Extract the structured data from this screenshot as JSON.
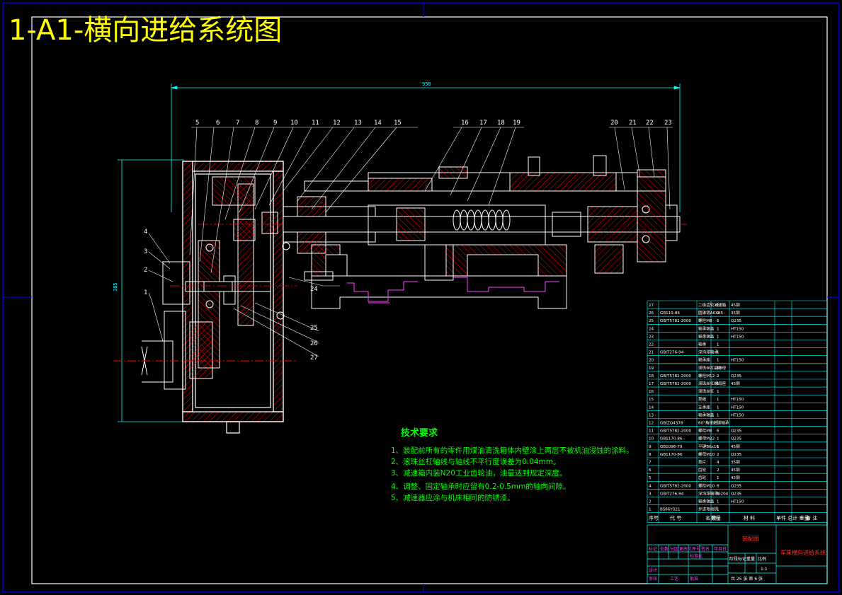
{
  "title": "1-A1-横向进给系统图",
  "colors": {
    "background": "#000000",
    "frame": "#0000ff",
    "title": "#ffff00",
    "outline": "#ffffff",
    "hatch": "#ff0000",
    "dimension": "#00ffff",
    "text_green": "#00ff00",
    "table_line": "#00ffff",
    "magenta": "#ff40ff"
  },
  "drawing": {
    "top_balloons": [
      "5",
      "6",
      "7",
      "8",
      "9",
      "10",
      "11",
      "12",
      "13",
      "14",
      "15",
      "16",
      "17",
      "18",
      "19",
      "20",
      "21",
      "22",
      "23"
    ],
    "left_balloons": [
      "4",
      "3",
      "2",
      "1"
    ],
    "right_balloons": [
      "24",
      "25",
      "26",
      "27"
    ],
    "overall_dimension": "958",
    "height_dimension": "385"
  },
  "tech_requirements": {
    "title": "技术要求",
    "lines": [
      "1、装配前所有的零件用煤油清洗箱体内壁涂上两层不被机油浸蚀的涂料。",
      "2、滚珠丝杠轴线与轴线不平行度误差为0.04mm。",
      "3、减速箱内装N20工业齿轮油，油量达到规定深度。",
      "4、调整、固定轴承时应留有0.2-0.5mm的轴向间隙。",
      "5、减速器应涂与机床相同的防锈漆。"
    ]
  },
  "bom": {
    "header": [
      "序号",
      "代  号",
      "名  称",
      "数量",
      "材  料",
      "单件 总计 重量",
      "备  注"
    ],
    "rows": [
      [
        "27",
        "",
        "二级齿轮减速箱",
        "1",
        "45钢",
        ""
      ],
      [
        "26",
        "GB119-86",
        "圆锥销A6X45",
        "2",
        "35钢",
        ""
      ],
      [
        "25",
        "GB/T5782-2000",
        "螺栓M8",
        "6",
        "Q235",
        ""
      ],
      [
        "24",
        "",
        "轴承端盖",
        "1",
        "HT150",
        ""
      ],
      [
        "23",
        "",
        "轴承端盖",
        "1",
        "HT150",
        ""
      ],
      [
        "22",
        "",
        "轴承",
        "1",
        "",
        ""
      ],
      [
        "21",
        "GB/T276-94",
        "深沟球轴承",
        "1",
        "",
        ""
      ],
      [
        "20",
        "",
        "轴承座",
        "1",
        "HT150",
        ""
      ],
      [
        "19",
        "",
        "滚珠丝杠副螺母",
        "1",
        "",
        ""
      ],
      [
        "18",
        "GB/T5782-2000",
        "螺栓M12",
        "2",
        "Q235",
        ""
      ],
      [
        "17",
        "GB/T5782-2000",
        "滚珠丝杠螺母座",
        "1",
        "45钢",
        ""
      ],
      [
        "16",
        "",
        "滚珠丝杠",
        "1",
        "",
        ""
      ],
      [
        "15",
        "",
        "垫板",
        "1",
        "HT150",
        ""
      ],
      [
        "14",
        "",
        "支承座",
        "1",
        "HT150",
        ""
      ],
      [
        "13",
        "",
        "轴承端盖",
        "1",
        "HT150",
        ""
      ],
      [
        "12",
        "GB/ZQ4378",
        "60°角接触球轴承",
        "1",
        "",
        ""
      ],
      [
        "11",
        "GB/T5782-2000",
        "螺栓M8",
        "6",
        "Q235",
        ""
      ],
      [
        "10",
        "GB1170-86",
        "螺母M22",
        "1",
        "Q235",
        ""
      ],
      [
        "9",
        "GB1096-79",
        "平键B6x16",
        "1",
        "45钢",
        ""
      ],
      [
        "8",
        "GB1170-86",
        "螺母M10",
        "2",
        "Q235",
        ""
      ],
      [
        "7",
        "",
        "垫片",
        "4",
        "35钢",
        ""
      ],
      [
        "6",
        "",
        "齿轮",
        "2",
        "45钢",
        ""
      ],
      [
        "5",
        "",
        "齿轮",
        "1",
        "45钢",
        ""
      ],
      [
        "4",
        "GB/T5782-2000",
        "螺栓M10",
        "6",
        "Q235",
        ""
      ],
      [
        "3",
        "GB/T276-94",
        "深沟球轴承6204",
        "1",
        "Q235",
        ""
      ],
      [
        "2",
        "",
        "轴承端盖",
        "1",
        "HT150",
        ""
      ],
      [
        "1",
        "BS86Y021",
        "步进电动机",
        "1",
        "",
        ""
      ]
    ]
  },
  "title_block": {
    "drawing_type": "装配图",
    "name": "车床横向进给系统",
    "scale_label": "比例",
    "scale": "1:1",
    "sheet": "共 25 张 第 6 张",
    "labels": [
      "标记",
      "处数",
      "分区",
      "更改文件号",
      "签名",
      "年月日"
    ],
    "roles": [
      "设计",
      "审核",
      "工艺"
    ],
    "std_label": "标准化",
    "approve_label": "批准",
    "stage_labels": [
      "阶段标记",
      "重量",
      "比例"
    ]
  }
}
